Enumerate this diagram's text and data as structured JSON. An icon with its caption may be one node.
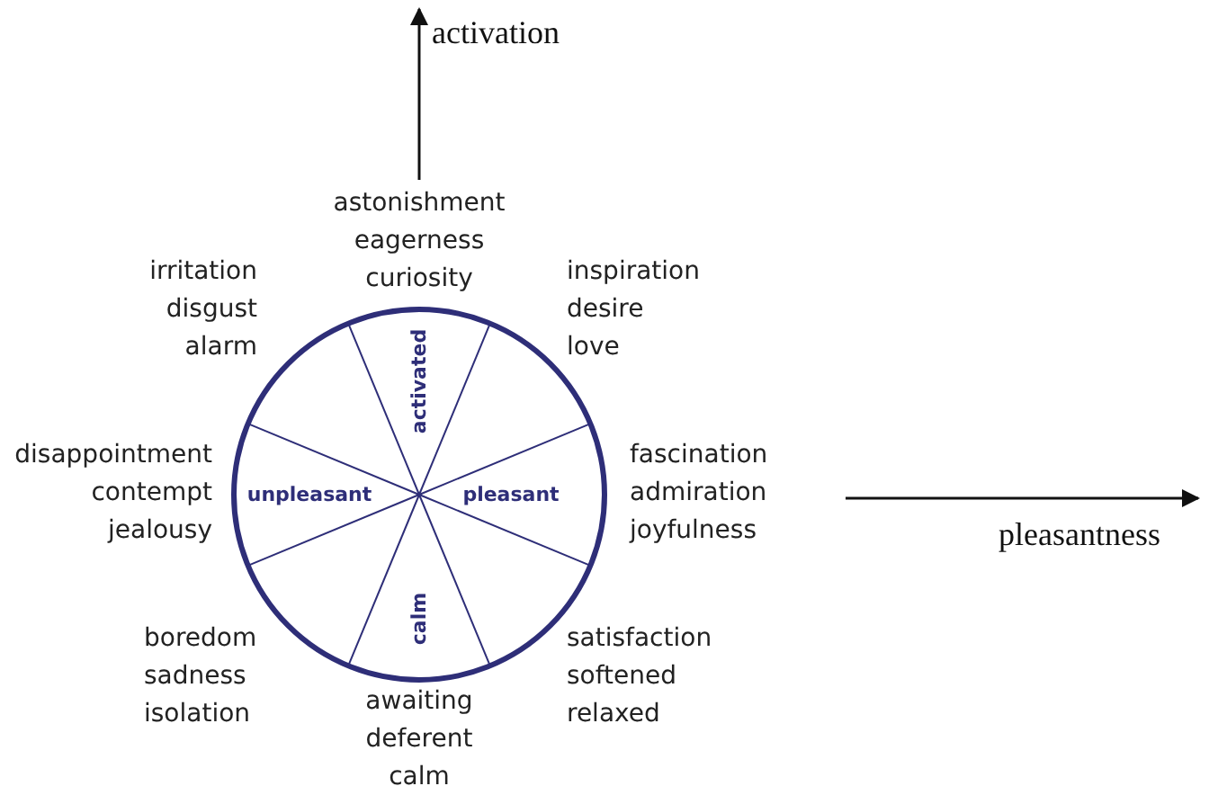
{
  "diagram": {
    "labels": [
      "activation",
      "astonishment eagerness curiosity",
      "irritation disgust alarm",
      "inspiration desire love",
      "activated",
      "disappointment contempt jealousy",
      "unpleasant",
      "pleasant",
      "fascination admiration joyfulness",
      "pleasantness",
      "calm",
      "boredom sadness isolation",
      "satisfaction softened relaxed",
      "awaiting deferent calm"
    ]
  }
}
